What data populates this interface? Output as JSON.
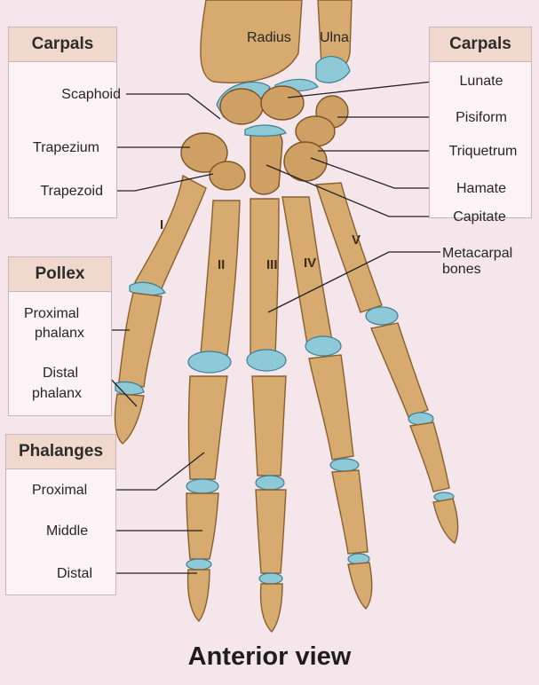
{
  "title": "Anterior view",
  "colors": {
    "background": "#f4e6ea",
    "bone": "#d7aa70",
    "cartilage": "#8ec9d8",
    "box_header": "#f0d8cc"
  },
  "forearm": {
    "radius": "Radius",
    "ulna": "Ulna"
  },
  "carpals_left": {
    "heading": "Carpals",
    "items": [
      "Scaphoid",
      "Trapezium",
      "Trapezoid"
    ]
  },
  "carpals_right": {
    "heading": "Carpals",
    "items": [
      "Lunate",
      "Pisiform",
      "Triquetrum",
      "Hamate",
      "Capitate"
    ]
  },
  "metacarpals": {
    "label_line1": "Metacarpal",
    "label_line2": "bones"
  },
  "pollex": {
    "heading": "Pollex",
    "proximal_line1": "Proximal",
    "proximal_line2": "phalanx",
    "distal_line1": "Distal",
    "distal_line2": "phalanx"
  },
  "phalanges": {
    "heading": "Phalanges",
    "items": [
      "Proximal",
      "Middle",
      "Distal"
    ]
  },
  "numerals": [
    "I",
    "II",
    "III",
    "IV",
    "V"
  ]
}
